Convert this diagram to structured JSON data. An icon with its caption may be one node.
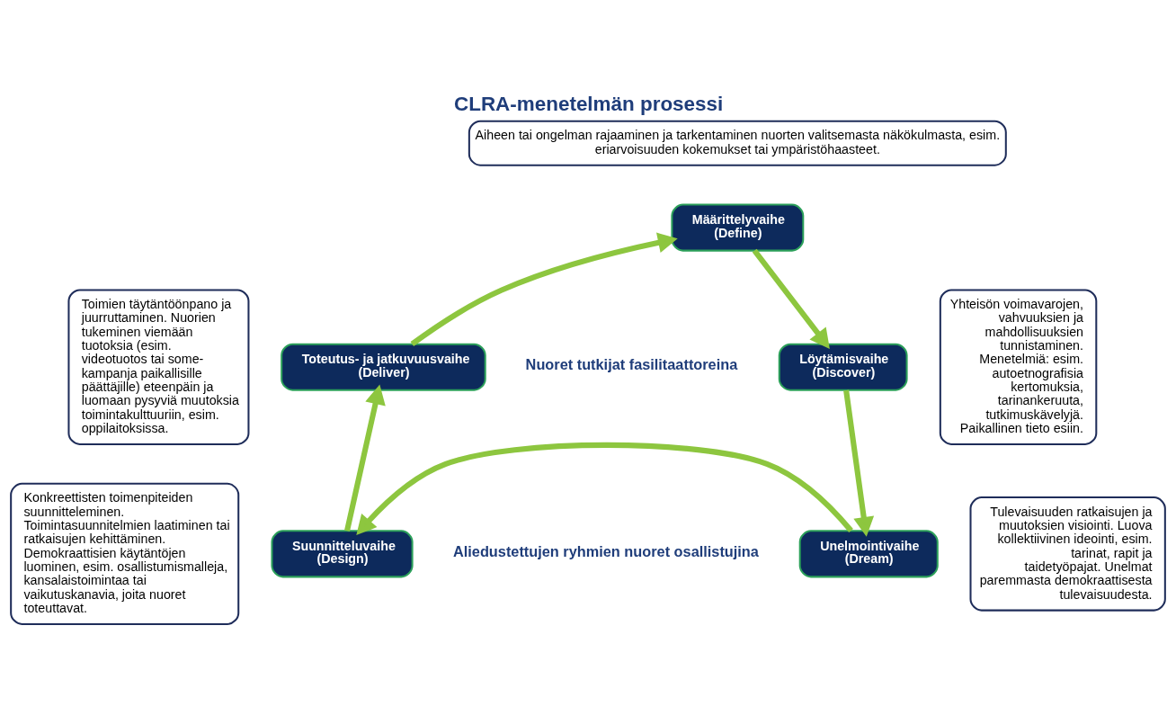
{
  "diagram": {
    "title": "CLRA-menetelmän prosessi",
    "nodes": [
      {
        "text": [
          "Aiheen tai ongelman rajaaminen ja tarkentaminen nuorten valitsemasta näkökulmasta, esim. eriarvoisuuden kokemukset tai ympäristöhaasteet."
        ]
      },
      {
        "text": [
          "Määrittelyvaihe (Define)"
        ]
      },
      {
        "text": [
          "Toimien täytäntöönpano ja juurruttaminen. Nuorien tukeminen viemään tuotoksia (esim. videotuotos tai some-kampanja paikallisille päättäjille) eteenpäin ja luomaan pysyviä muutoksia toimintakulttuuriin, esim. oppilaitoksissa."
        ]
      },
      {
        "text": [
          "Yhteisön voimavarojen, vahvuuksien ja mahdollisuuksien tunnistaminen. Menetelmiä: esim. autoetnografisia kertomuksia, tarinankeruuta, tutkimuskävelyjä. Paikallinen tieto esiin."
        ]
      },
      {
        "text": [
          "Toteutus- ja jatkuvuusvaihe (Deliver)"
        ]
      },
      {
        "text": [
          "Löytämisvaihe (Discover)"
        ]
      },
      {
        "text": [
          "Konkreettisten toimenpiteiden suunnitteleminen. Toimintasuunnitelmien laatiminen tai ratkaisujen kehittäminen. Demokraattisien käytäntöjen luominen, esim. osallistumismalleja, kansalaistoimintaa tai vaikutuskanavia, joita nuoret toteuttavat."
        ]
      },
      {
        "text": [
          "Tulevaisuuden ratkaisujen ja muutoksien visiointi. Luova kollektiivinen ideointi, esim. tarinat, rapit ja taidetyöpajat. Unelmat paremmasta demokraattisesta tulevaisuudesta."
        ]
      },
      {
        "text": [
          "Suunnitteluvaihe (Design)"
        ]
      },
      {
        "text": [
          "Unelmointivaihe (Dream)"
        ]
      }
    ],
    "edges": [
      {
        "from": 1,
        "to": 5,
        "arrow": "to"
      },
      {
        "from": 5,
        "to": 9,
        "arrow": "to"
      },
      {
        "from": 9,
        "to": 8,
        "arrow": "to"
      },
      {
        "from": 8,
        "to": 4,
        "arrow": "to"
      },
      {
        "from": 4,
        "to": 1,
        "arrow": "to"
      }
    ],
    "labels": [
      "Nuoret tutkijat fasilitaattoreina",
      "Aliedustettujen ryhmien nuoret osallistujina"
    ]
  }
}
